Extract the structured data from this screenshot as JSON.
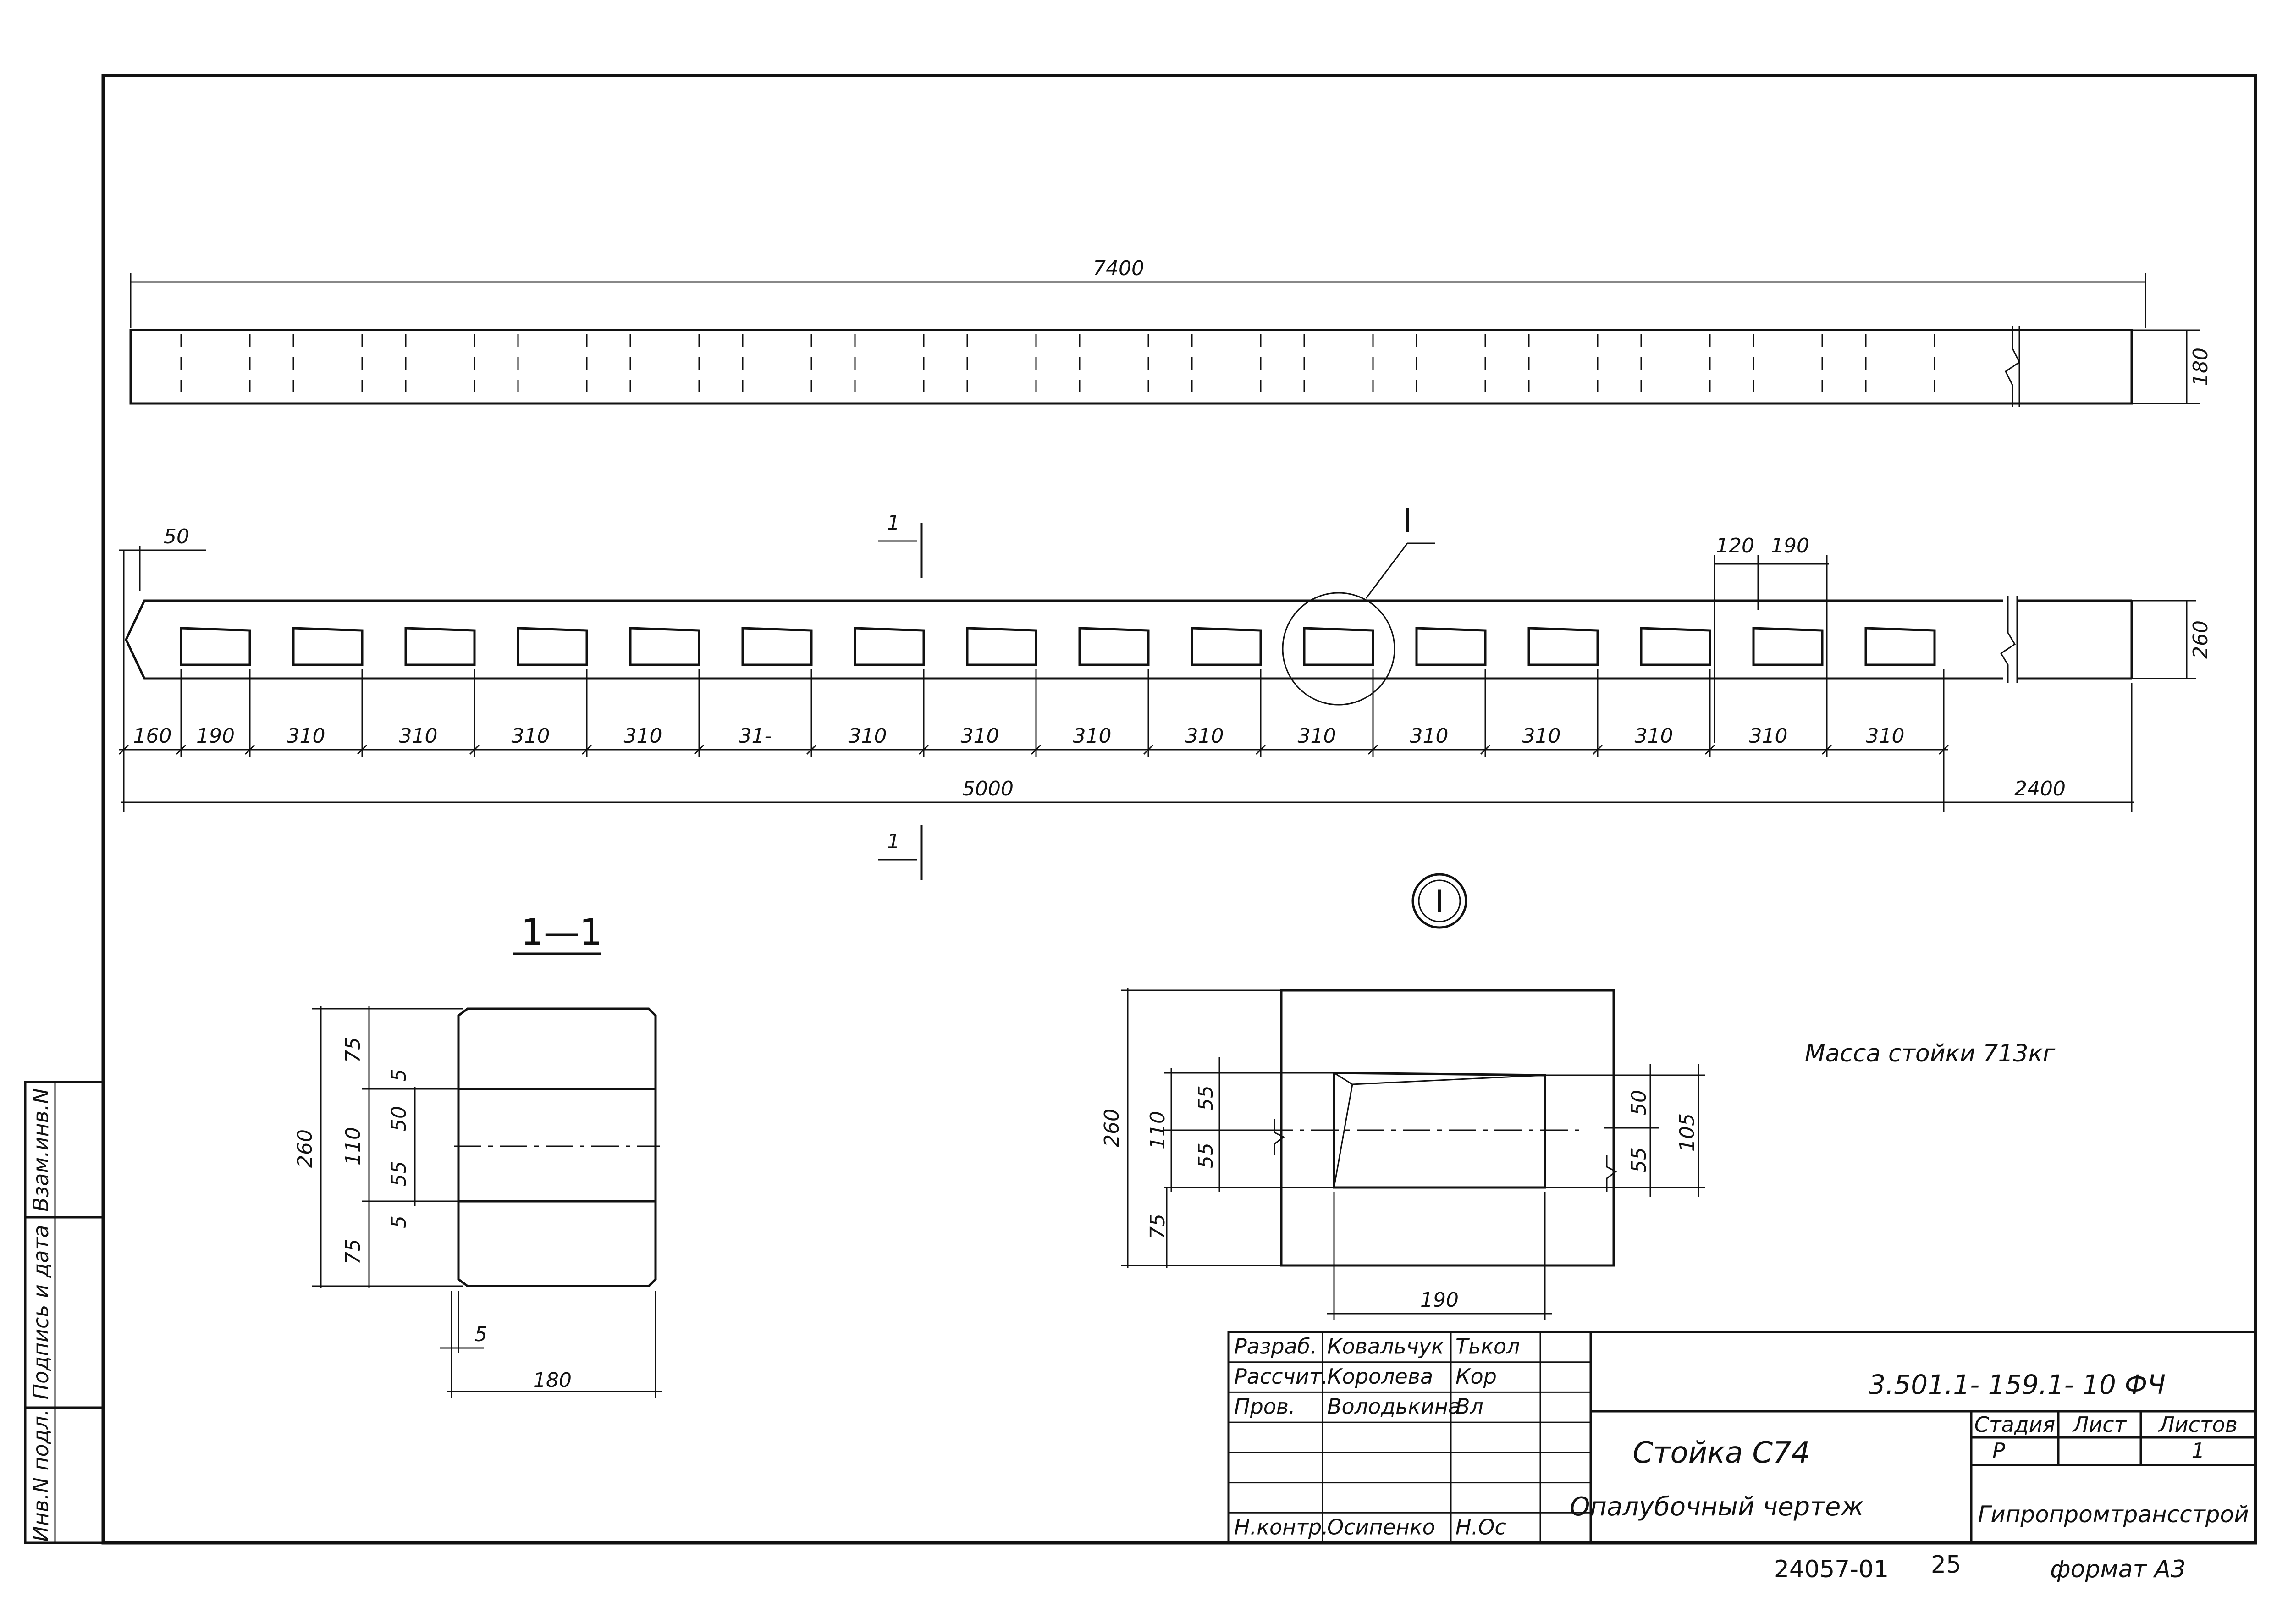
{
  "dimensions": {
    "overall_length": "7400",
    "beam_height": "180",
    "plan_width": "260",
    "tip": "50",
    "hole_gap": "120",
    "hole_len": "190",
    "part_length": "5000",
    "tail_length": "2400",
    "spacing_row": [
      "160",
      "190",
      "310",
      "310",
      "310",
      "310",
      "31-",
      "310",
      "310",
      "310",
      "310",
      "310",
      "310",
      "310",
      "310",
      "310",
      "310"
    ]
  },
  "section": {
    "marker": "1",
    "title": "1—1",
    "overall": "260",
    "width": "180",
    "top": "75",
    "cut_top": "5",
    "middle": "110",
    "half_a": "50",
    "half_b": "55",
    "bottom": "75",
    "cut_bottom": "5",
    "chamfer": "5"
  },
  "detail": {
    "callout": "I",
    "bubble": "I",
    "overall": "260",
    "opening": "110",
    "up": "55",
    "down": "55",
    "bottom": "75",
    "right_a": "50",
    "right_b": "55",
    "right_total": "105",
    "width": "190"
  },
  "mass_note": "Масса стойки 713кг",
  "title_block": {
    "code": "3.501.1- 159.1- 10 ФЧ",
    "rows": [
      {
        "role": "Разраб.",
        "name": "Ковальчук",
        "sign": "Тькол"
      },
      {
        "role": "Рассчит.",
        "name": "Королева",
        "sign": "Кор"
      },
      {
        "role": "Пров.",
        "name": "Володькина",
        "sign": "Вл"
      },
      {
        "role": "",
        "name": "",
        "sign": ""
      },
      {
        "role": "",
        "name": "",
        "sign": ""
      },
      {
        "role": "",
        "name": "",
        "sign": ""
      },
      {
        "role": "Н.контр.",
        "name": "Осипенко",
        "sign": "Н.Ос"
      }
    ],
    "product": "Стойка С74",
    "drawing": "Опалубочный чертеж",
    "h_stage": "Стадия",
    "h_sheet": "Лист",
    "h_sheets": "Листов",
    "stage": "Р",
    "sheet": "",
    "sheets": "1",
    "org": "Гипропромтрансстрой"
  },
  "side_stamp": {
    "inv_orig": "Инв.N подл.",
    "sign_date": "Подпись и дата",
    "inv_repl": "Взам.инв.N"
  },
  "footer": {
    "archive": "24057-01",
    "page": "25",
    "format": "формат А3"
  }
}
